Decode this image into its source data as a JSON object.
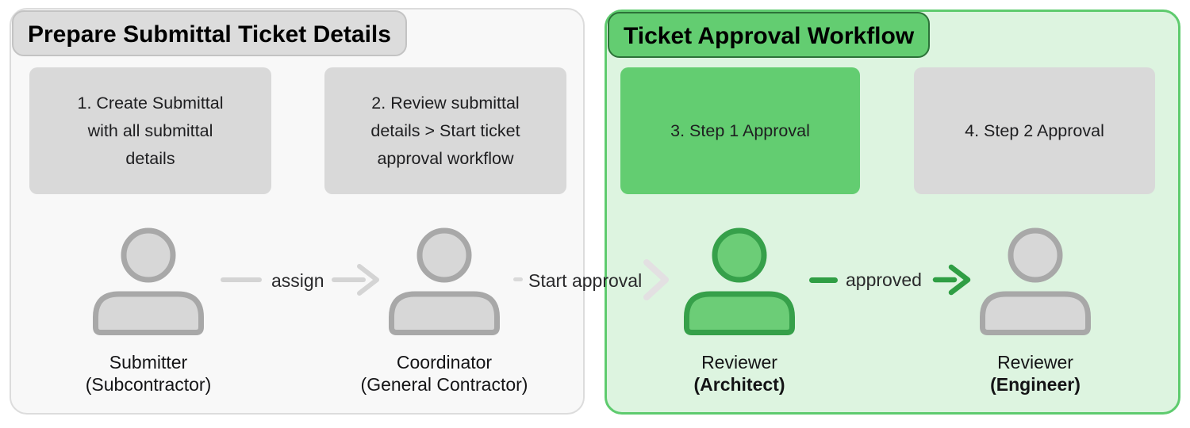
{
  "colors": {
    "page_bg": "#ffffff",
    "panel_left_bg": "#f8f8f8",
    "panel_left_border": "#dcdcdc",
    "panel_right_bg": "#ddf4e0",
    "panel_right_border": "#5ecb6e",
    "pill_gray_bg": "#dcdcdc",
    "pill_gray_border": "#c3c3c3",
    "pill_green_bg": "#63cd71",
    "pill_green_border": "#2c7238",
    "box_gray": "#d9d9d9",
    "box_green": "#63cd71",
    "person_gray_stroke": "#a8a8a8",
    "person_gray_fill": "#d7d7d7",
    "person_green_stroke": "#36a04a",
    "person_green_fill": "#6ccd77",
    "arrow_gray": "#d4d4d4",
    "arrow_green": "#2f9e44",
    "chevron_light": "#e3e0e2",
    "dash_light": "#d9d9d9",
    "text_dark": "#1e1e20"
  },
  "left_panel": {
    "title": "Prepare Submittal Ticket Details",
    "boxes": [
      {
        "lines": [
          "1. Create Submittal",
          "with all submittal",
          "details"
        ]
      },
      {
        "lines": [
          "2. Review submittal",
          "details > Start ticket",
          "approval workflow"
        ]
      }
    ],
    "actors": [
      {
        "name": "Submitter",
        "role": "(Subcontractor)"
      },
      {
        "name": "Coordinator",
        "role": "(General Contractor)"
      }
    ],
    "connector_label": "assign"
  },
  "bridge": {
    "label": "Start approval"
  },
  "right_panel": {
    "title": "Ticket Approval Workflow",
    "boxes": [
      {
        "label": "3. Step 1 Approval"
      },
      {
        "label": "4. Step 2 Approval"
      }
    ],
    "actors": [
      {
        "name": "Reviewer",
        "role": "(Architect)"
      },
      {
        "name": "Reviewer",
        "role": "(Engineer)"
      }
    ],
    "connector_label": "approved"
  }
}
